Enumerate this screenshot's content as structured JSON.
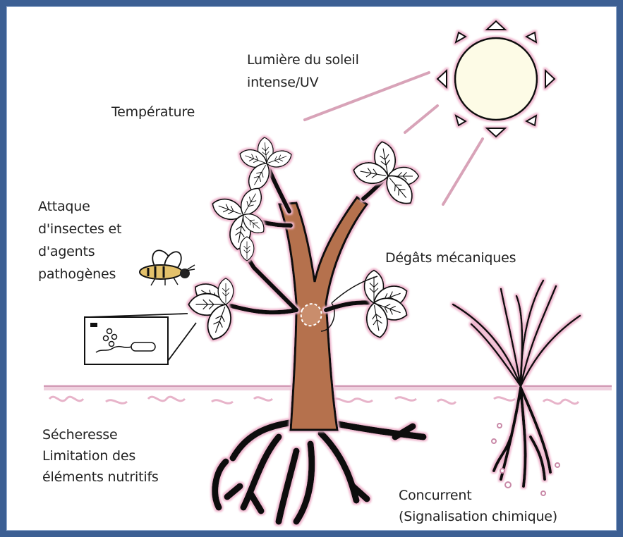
{
  "diagram": {
    "labels": {
      "sunlight": [
        "Lumière du soleil",
        "intense/UV"
      ],
      "temperature": "Température",
      "insects": [
        "Attaque",
        "d'insectes et",
        "d'agents",
        "pathogènes"
      ],
      "mechanical": "Dégâts mécaniques",
      "drought": [
        "Sécheresse",
        "Limitation des",
        "éléments nutritifs"
      ],
      "competitor": [
        "Concurrent",
        "(Signalisation chimique)"
      ]
    },
    "colors": {
      "frame": "#3c5f93",
      "trunk": "#b5714e",
      "halo": "#e8a9c4",
      "outline": "#111111"
    }
  }
}
